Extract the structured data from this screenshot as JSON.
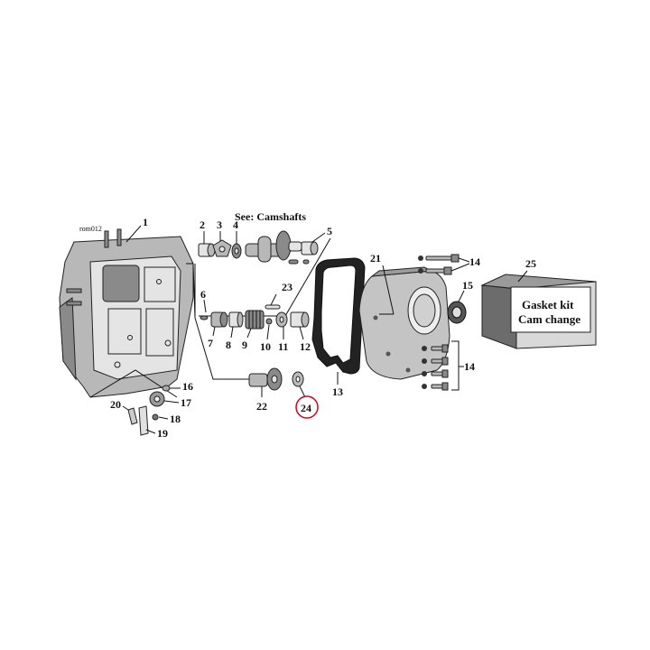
{
  "diagram": {
    "code": "rom012",
    "see_note": "See: Camshafts",
    "highlight_color": "#d9001b",
    "labels": {
      "p1": "1",
      "p2": "2",
      "p3": "3",
      "p4": "4",
      "p5": "5",
      "p6": "6",
      "p7": "7",
      "p8": "8",
      "p9": "9",
      "p10": "10",
      "p11": "11",
      "p12": "12",
      "p13": "13",
      "p14a": "14",
      "p14b": "14",
      "p15": "15",
      "p16": "16",
      "p17": "17",
      "p18": "18",
      "p19": "19",
      "p20": "20",
      "p21": "21",
      "p22": "22",
      "p23": "23",
      "p24": "24",
      "p25": "25"
    },
    "gasket_box": {
      "line1": "Gasket kit",
      "line2": "Cam change"
    }
  }
}
